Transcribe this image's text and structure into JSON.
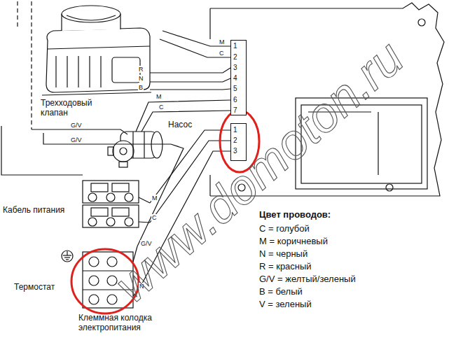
{
  "diagram": {
    "nodes": [
      {
        "text": [
          "1",
          "2",
          "3",
          "4",
          "5",
          "6",
          "7"
        ]
      },
      {
        "text": [
          "1",
          "2",
          "3"
        ]
      }
    ],
    "labels": [
      "Трехходовый клапан",
      "Насос",
      "M",
      "C",
      "R",
      "N",
      "B",
      "M",
      "C",
      "G/V",
      "G/V",
      "Кабель питания",
      "M",
      "C",
      "G/V",
      "N",
      "Термостат",
      "Клеммная колодка электропитания",
      "Цвет проводов:",
      "www.domoton.ru"
    ],
    "legend": [
      {
        "text": "C = голубой"
      },
      {
        "text": "M = коричневый"
      },
      {
        "text": "N = черный"
      },
      {
        "text": "R = красный"
      },
      {
        "text": "G/V = желтый/зеленый"
      },
      {
        "text": "B = белый"
      },
      {
        "text": "V = зеленый"
      }
    ]
  }
}
